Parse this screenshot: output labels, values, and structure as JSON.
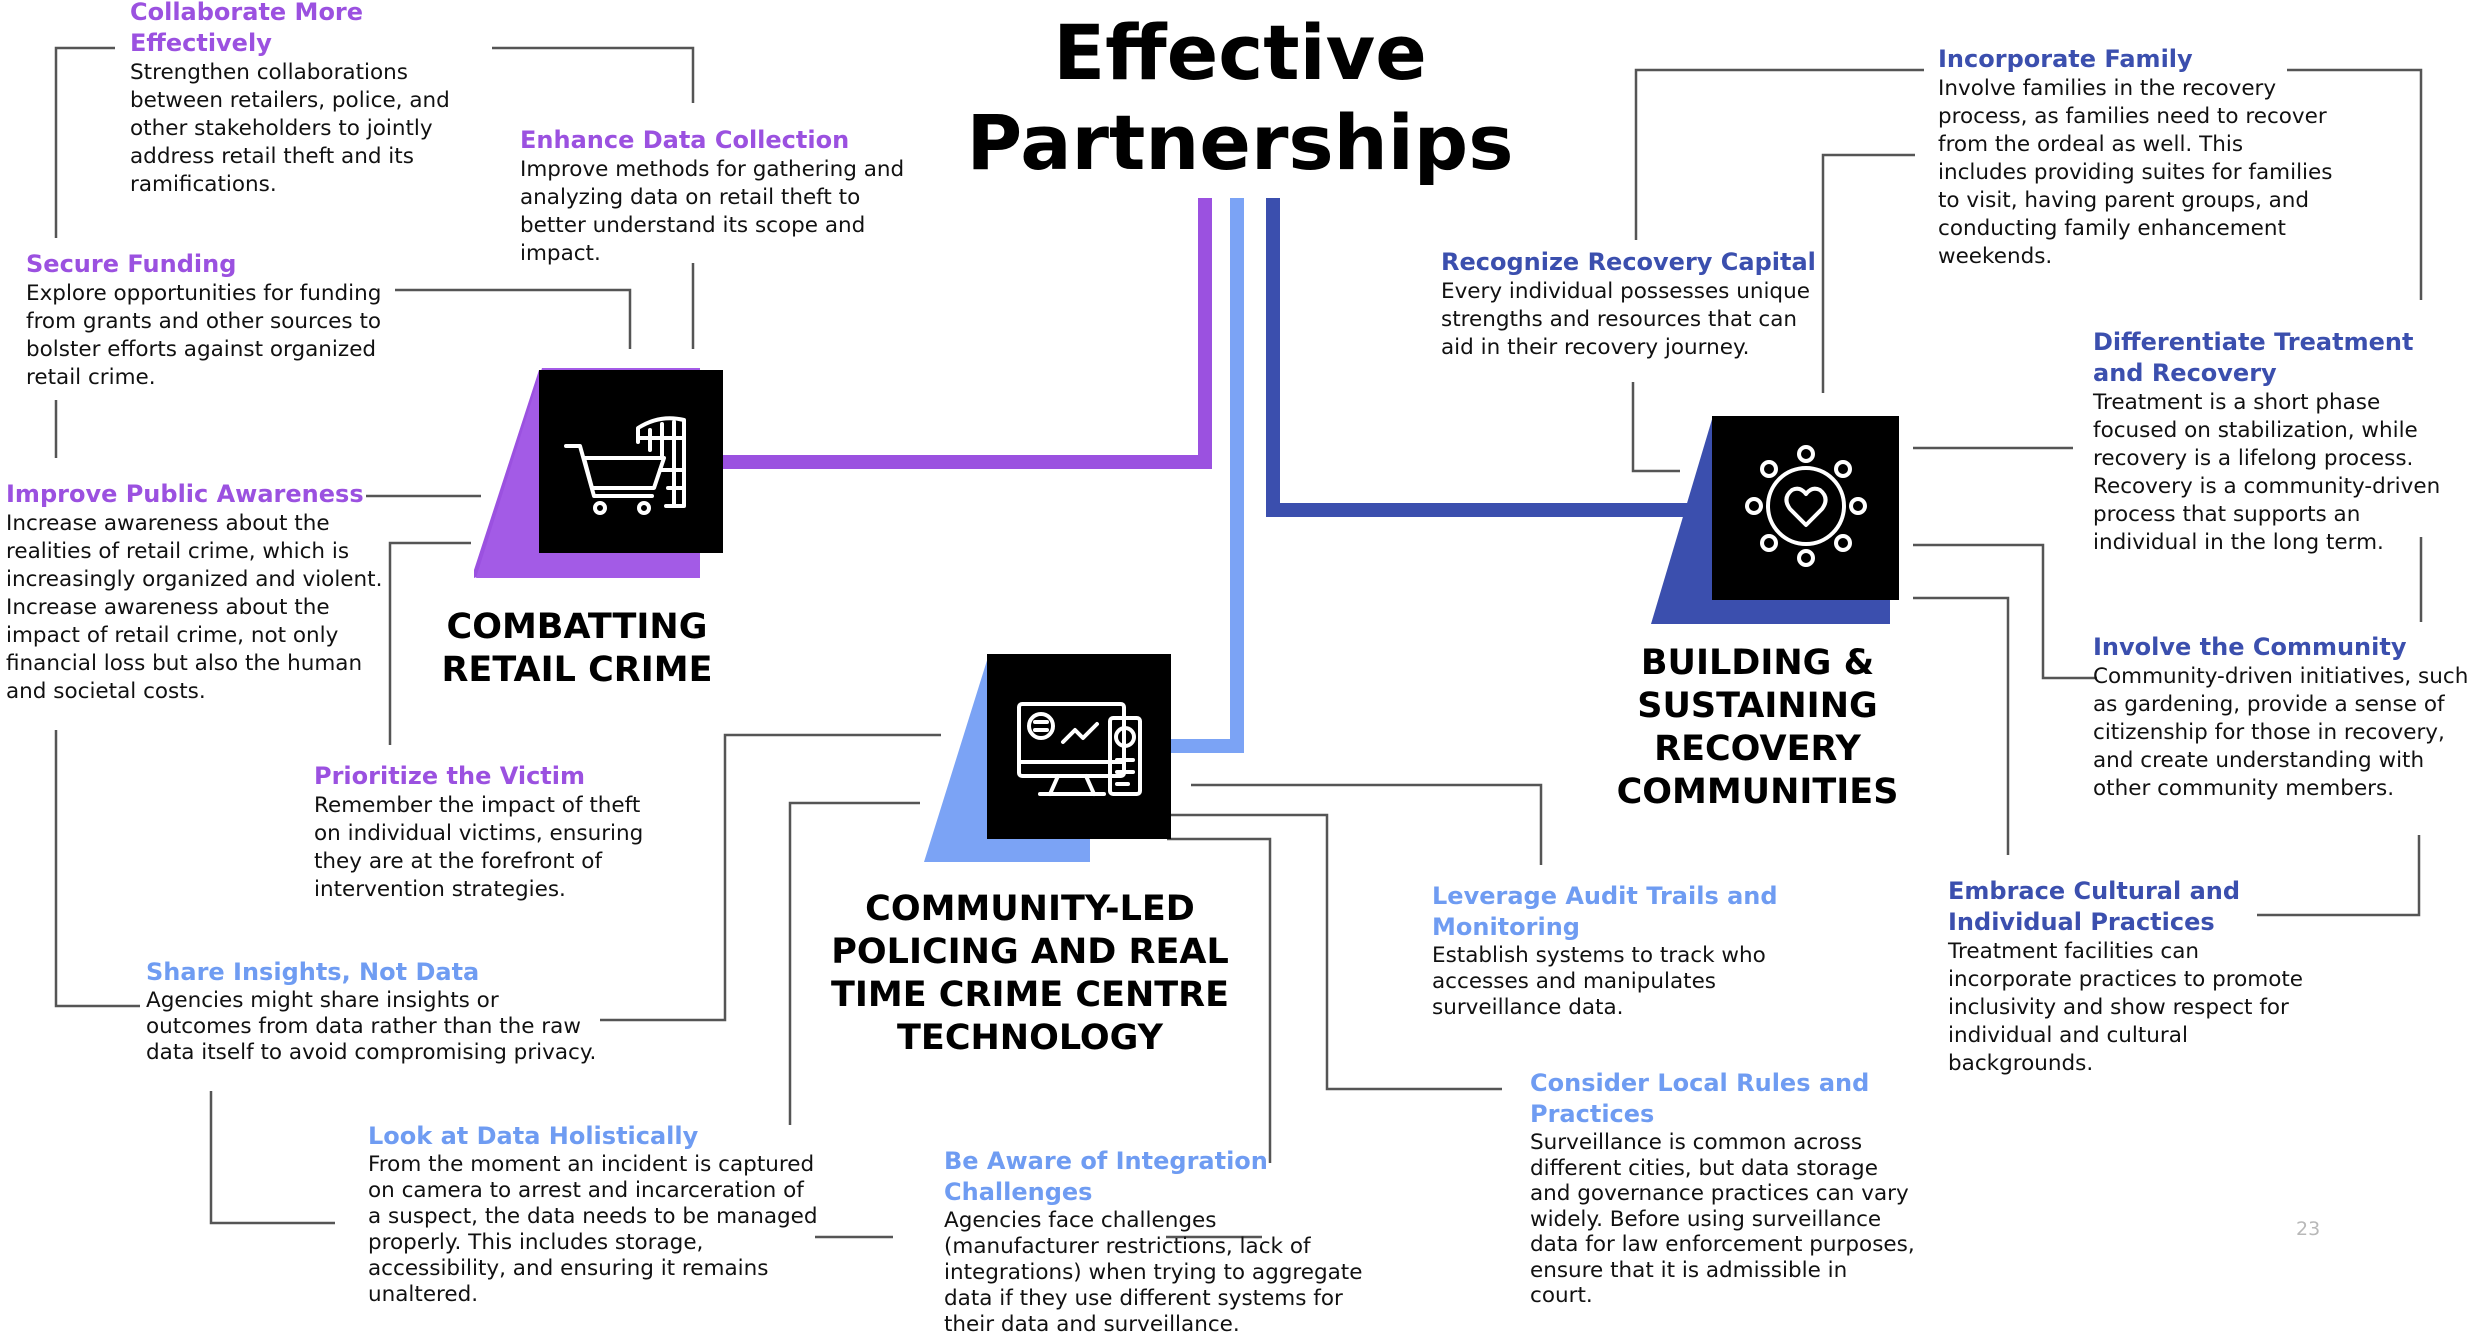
{
  "title": "Effective Partnerships",
  "colors": {
    "purple": "#9b51e0",
    "light_blue": "#7ba3f5",
    "navy": "#3b4fae",
    "connector": "#555555",
    "icon_box": "#000000"
  },
  "hubs": {
    "retail": {
      "label": "COMBATTING RETAIL CRIME",
      "icon": "shopping-cart-building-icon"
    },
    "policing": {
      "label": "COMMUNITY-LED POLICING AND REAL TIME CRIME CENTRE TECHNOLOGY",
      "icon": "computer-dashboard-icon"
    },
    "recovery": {
      "label": "BUILDING & SUSTAINING RECOVERY COMMUNITIES",
      "icon": "heart-community-icon"
    }
  },
  "retail_items": [
    {
      "title": "Collaborate More Effectively",
      "body": "Strengthen collaborations between retailers, police, and other stakeholders to jointly address retail theft and its ramifications."
    },
    {
      "title": "Enhance Data Collection",
      "body": "Improve methods for gathering and analyzing data on retail theft to better understand its scope and impact."
    },
    {
      "title": "Secure Funding",
      "body": "Explore opportunities for funding from grants and other sources to bolster efforts against organized retail crime."
    },
    {
      "title": "Improve Public Awareness",
      "body": "Increase awareness about the realities of retail crime, which is increasingly organized and violent. Increase awareness about the impact of retail crime, not only financial loss but also the human and societal costs."
    },
    {
      "title": "Prioritize the Victim",
      "body": "Remember the impact of theft on individual victims, ensuring they are at the forefront of intervention strategies."
    }
  ],
  "policing_items": [
    {
      "title": "Share Insights, Not Data",
      "body": "Agencies might share insights or outcomes from data rather than the raw data itself to avoid compromising privacy."
    },
    {
      "title": "Look at Data Holistically",
      "body": "From the moment an incident is captured on camera to arrest and incarceration of a suspect, the data needs to be managed properly. This includes storage, accessibility, and ensuring it remains unaltered."
    },
    {
      "title": "Be Aware of Integration Challenges",
      "body": "Agencies face challenges (manufacturer restrictions, lack of integrations) when trying to aggregate data if they use different systems for their data and surveillance."
    },
    {
      "title": "Leverage Audit Trails and Monitoring",
      "body": "Establish systems  to track who accesses and manipulates surveillance data."
    },
    {
      "title": "Consider Local Rules and Practices",
      "body": "Surveillance is common across different cities, but data storage and governance practices can vary widely. Before using surveillance data for law enforcement purposes, ensure that it is admissible in court."
    }
  ],
  "recovery_items": [
    {
      "title": "Incorporate Family",
      "body": "Involve families in the recovery process, as families need to recover from the ordeal as well. This includes providing suites for families to visit, having parent groups, and conducting family enhancement weekends."
    },
    {
      "title": "Recognize Recovery Capital",
      "body": "Every individual possesses unique strengths and resources that can aid in their recovery journey."
    },
    {
      "title": "Differentiate Treatment and Recovery",
      "body": "Treatment is a short phase focused on stabilization, while recovery is a lifelong process. Recovery is a community-driven process that supports an individual in the long term."
    },
    {
      "title": "Involve the Community",
      "body": "Community-driven initiatives, such as gardening, provide a sense of citizenship for those in recovery, and create understanding with other community members."
    },
    {
      "title": "Embrace Cultural and Individual Practices",
      "body": "Treatment facilities can incorporate practices to promote inclusivity and show respect for individual and cultural backgrounds."
    }
  ],
  "page_number": "23"
}
